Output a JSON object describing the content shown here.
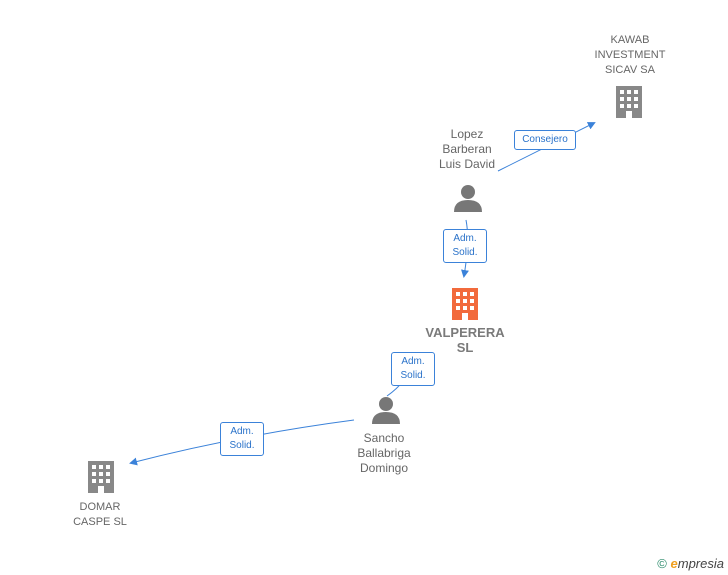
{
  "nodes": {
    "kawab": {
      "label": [
        "KAWAB",
        "INVESTMENT",
        "SICAV SA"
      ],
      "type": "company",
      "color": "#888888"
    },
    "lopez": {
      "label": [
        "Lopez",
        "Barberan",
        "Luis David"
      ],
      "type": "person",
      "color": "#777777"
    },
    "valperera": {
      "label": [
        "VALPERERA",
        "SL"
      ],
      "type": "company-focus",
      "color": "#f26a3c"
    },
    "sancho": {
      "label": [
        "Sancho",
        "Ballabriga",
        "Domingo"
      ],
      "type": "person",
      "color": "#777777"
    },
    "domar": {
      "label": [
        "DOMAR",
        "CASPE SL"
      ],
      "type": "company",
      "color": "#888888"
    }
  },
  "edges": [
    {
      "from": "lopez",
      "to": "kawab",
      "label": [
        "Consejero"
      ]
    },
    {
      "from": "lopez",
      "to": "valperera",
      "label": [
        "Adm.",
        "Solid."
      ]
    },
    {
      "from": "sancho",
      "to": "valperera",
      "label": [
        "Adm.",
        "Solid."
      ]
    },
    {
      "from": "sancho",
      "to": "domar",
      "label": [
        "Adm.",
        "Solid."
      ]
    }
  ],
  "colors": {
    "edge": "#3b82d9",
    "focus": "#f26a3c",
    "person": "#777777",
    "company": "#888888"
  },
  "footer": {
    "copyright": "©",
    "brand_e": "e",
    "brand_rest": "mpresia"
  }
}
